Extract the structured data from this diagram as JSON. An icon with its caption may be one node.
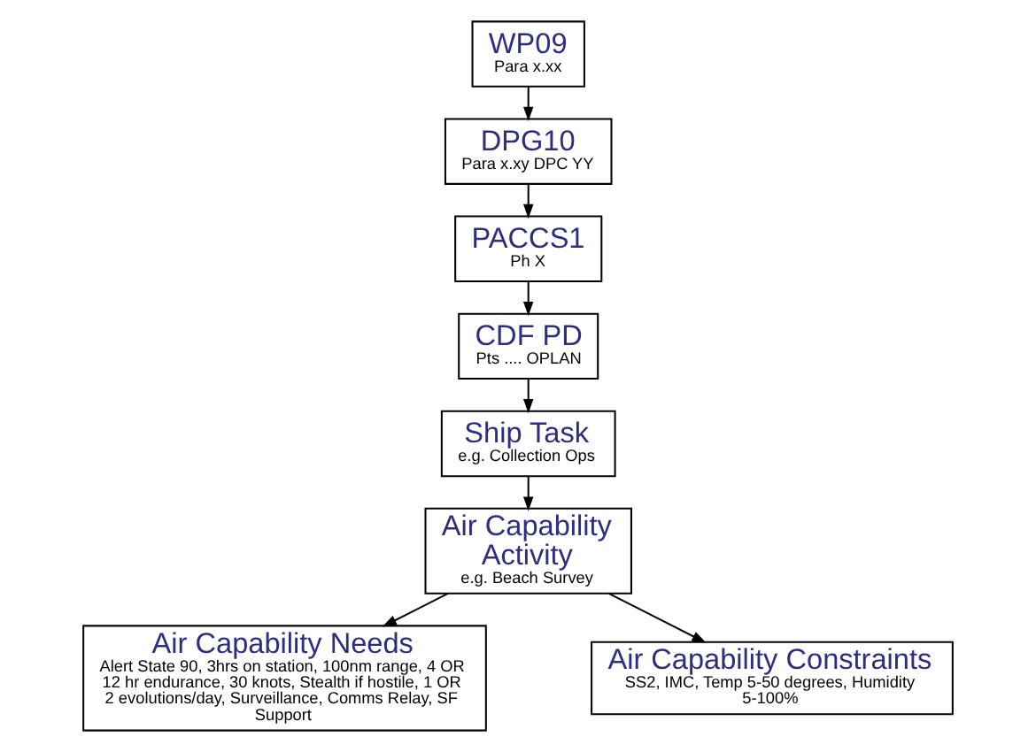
{
  "diagram": {
    "nodes": [
      {
        "text": [
          "WP09",
          "Para x.xx"
        ]
      },
      {
        "text": [
          "DPG10",
          "Para x.xy DPC YY"
        ]
      },
      {
        "text": [
          "PACCS1",
          "Ph X"
        ]
      },
      {
        "text": [
          "CDF PD",
          "Pts .... OPLAN"
        ]
      },
      {
        "text": [
          "Ship Task",
          "e.g. Collection Ops"
        ]
      },
      {
        "text": [
          "Air Capability Activity",
          "e.g. Beach Survey"
        ]
      },
      {
        "text": [
          "Air Capability Needs",
          "Alert State 90, 3hrs on station, 100nm range, 4 OR 12 hr endurance, 30 knots, Stealth if hostile, 1 OR 2 evolutions/day, Surveillance, Comms Relay, SF Support"
        ]
      },
      {
        "text": [
          "Air Capability Constraints",
          "SS2, IMC, Temp 5-50 degrees, Humidity 5-100%"
        ]
      }
    ],
    "edges": [
      {
        "from": 0,
        "to": 1,
        "arrow": "to"
      },
      {
        "from": 1,
        "to": 2,
        "arrow": "to"
      },
      {
        "from": 2,
        "to": 3,
        "arrow": "to"
      },
      {
        "from": 3,
        "to": 4,
        "arrow": "to"
      },
      {
        "from": 4,
        "to": 5,
        "arrow": "to"
      },
      {
        "from": 5,
        "to": 6,
        "arrow": "to"
      },
      {
        "from": 5,
        "to": 7,
        "arrow": "to"
      }
    ]
  }
}
